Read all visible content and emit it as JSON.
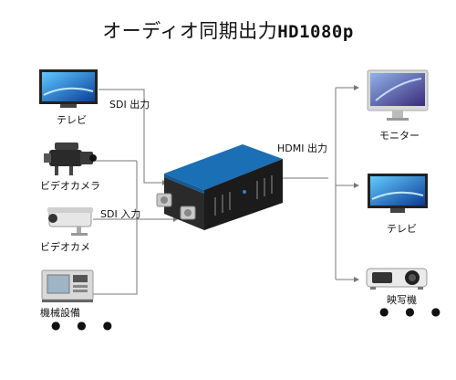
{
  "title_main": "オーディオ同期出力",
  "title_hd": "HD1080p",
  "left_devices": [
    {
      "label": "テレビ",
      "icon": "tv-icon"
    },
    {
      "label": "ビデオカメラ",
      "icon": "video-camera-icon"
    },
    {
      "label": "ビデオカメ",
      "icon": "security-camera-icon"
    },
    {
      "label": "機械設備",
      "icon": "machine-icon"
    }
  ],
  "left_more": "● ● ●",
  "sdi_out": "SDI 出力",
  "sdi_in": "SDI 入力",
  "hdmi_out": "HDMI 出力",
  "right_devices": [
    {
      "label": "モニター",
      "icon": "monitor-icon"
    },
    {
      "label": "テレビ",
      "icon": "tv-icon"
    },
    {
      "label": "映写機",
      "icon": "projector-icon"
    }
  ],
  "right_more": "● ● ●",
  "colors": {
    "line": "#777777",
    "box_blue": "#1a6fb5",
    "box_dark": "#1b1b1b"
  }
}
